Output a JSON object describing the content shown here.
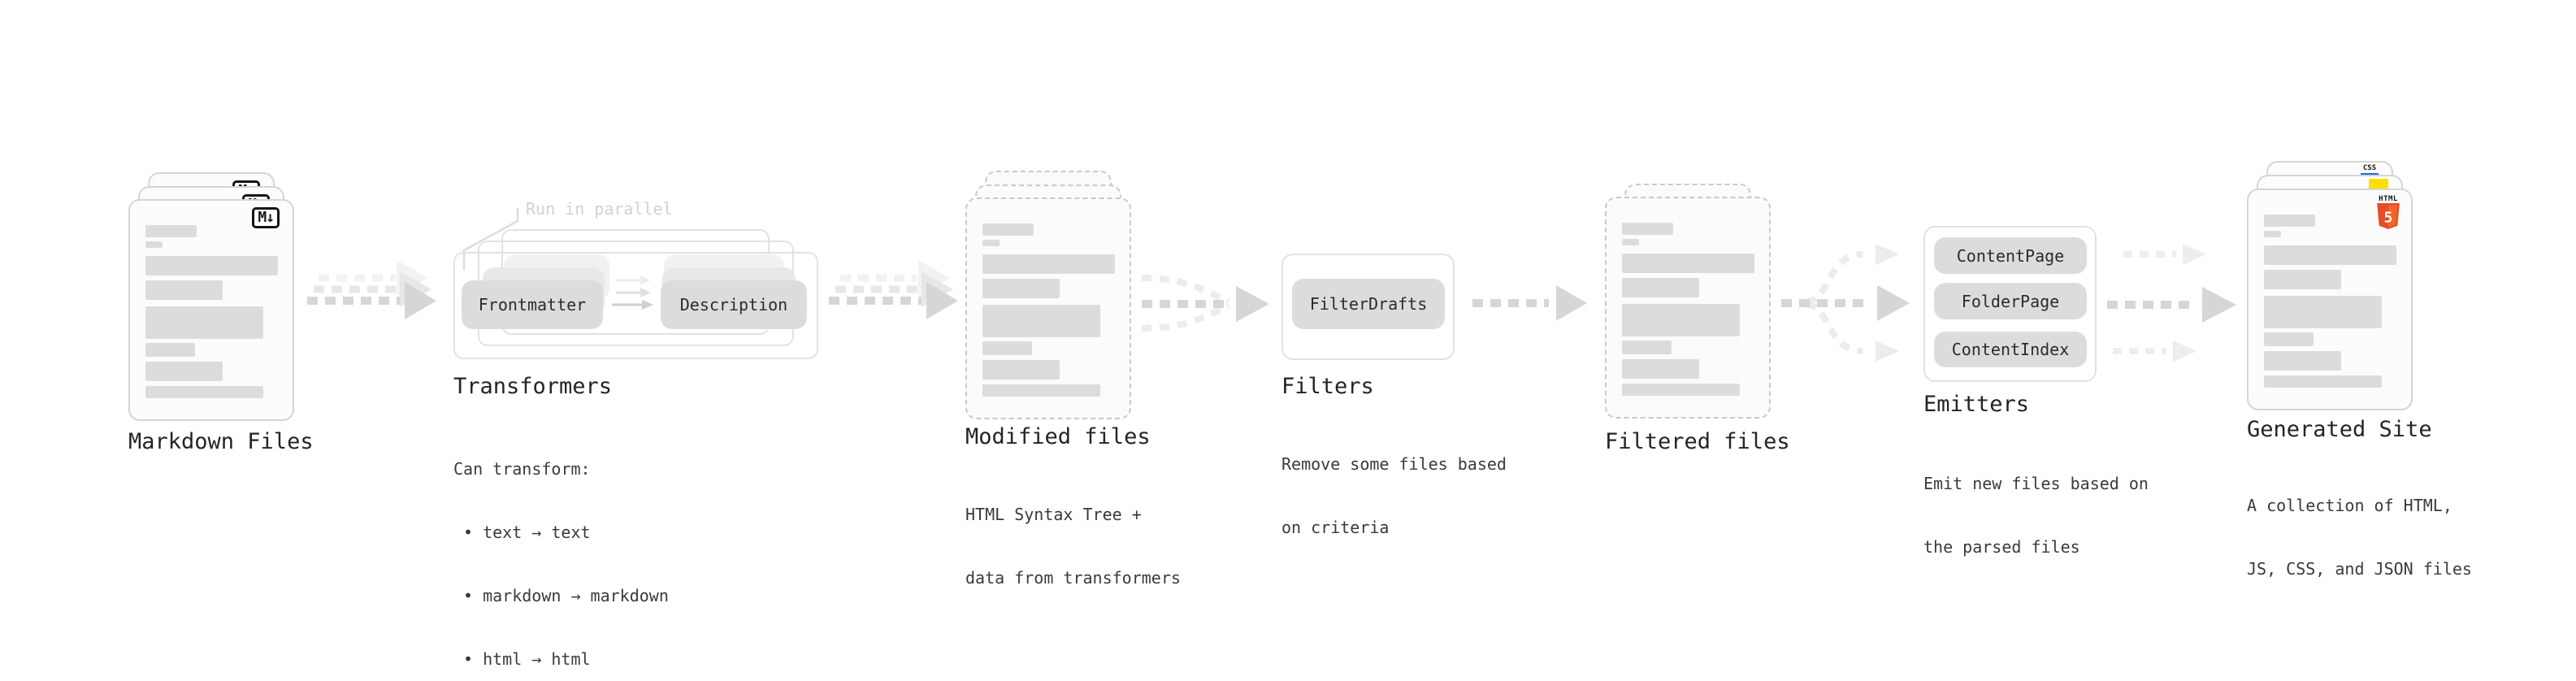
{
  "diagram": {
    "markdown": {
      "label": "Markdown Files",
      "badge": "M↓"
    },
    "transformers": {
      "note": "Run in parallel",
      "pill_left": "Frontmatter",
      "pill_right": "Description",
      "title": "Transformers",
      "desc_heading": "Can transform:",
      "bullets": [
        "• text → text",
        "• markdown → markdown",
        "• html → html"
      ]
    },
    "modified": {
      "title": "Modified files",
      "desc1": "HTML Syntax Tree +",
      "desc2": "data from transformers"
    },
    "filters": {
      "title": "Filters",
      "pill": "FilterDrafts",
      "desc1": "Remove some files based",
      "desc2": "on criteria"
    },
    "filtered": {
      "title": "Filtered files"
    },
    "emitters": {
      "title": "Emitters",
      "pills": [
        "ContentPage",
        "FolderPage",
        "ContentIndex"
      ],
      "desc1": "Emit new files based on",
      "desc2": "the parsed files"
    },
    "generated": {
      "title": "Generated Site",
      "desc1": "A collection of HTML,",
      "desc2": "JS, CSS, and JSON files",
      "badge_css": "CSS",
      "badge_html_label": "HTML",
      "badge_html_number": "5"
    }
  },
  "doc_bars": [
    {
      "w": 63,
      "h": 15,
      "mt": 30
    },
    {
      "w": 21,
      "h": 8,
      "mt": 5
    },
    {
      "w": 163,
      "h": 24,
      "mt": 10
    },
    {
      "w": 95,
      "h": 24,
      "mt": 6
    },
    {
      "w": 145,
      "h": 40,
      "mt": 8
    },
    {
      "w": 61,
      "h": 17,
      "mt": 5
    },
    {
      "w": 95,
      "h": 24,
      "mt": 6
    },
    {
      "w": 145,
      "h": 15,
      "mt": 6
    }
  ],
  "colors": {
    "arrow_main": "#d6d6d6",
    "arrow_mid": "#e7e7e7",
    "arrow_ghost": "#f2f2f2",
    "arrow_branch": "#ececec",
    "css_blue": "#2563eb",
    "js_yellow": "#ffdf00",
    "html_orange": "#e44d26",
    "html_orange_light": "#f16529"
  }
}
